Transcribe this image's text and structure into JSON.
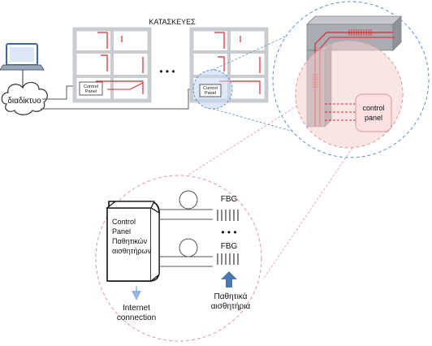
{
  "labels": {
    "buildings_title": "ΚΑΤΑΣΚΕΥΕΣ",
    "internet_cloud": "διαδίκτυο",
    "control_panel_small_1_line1": "Control",
    "control_panel_small_1_line2": "Panel",
    "control_panel_small_2_line1": "Control",
    "control_panel_small_2_line2": "Panel",
    "ellipsis_buildings": "• • •",
    "zoom_control_panel_line1": "control",
    "zoom_control_panel_line2": "panel",
    "cp_line1": "Control",
    "cp_line2": "Panel",
    "cp_line3": "Παθητικών",
    "cp_line4": "αισθητήρων",
    "fbg_top": "FBG",
    "fbg_bottom": "FBG",
    "fbg_ellipsis": "• • •",
    "internet_connection_line1": "Internet",
    "internet_connection_line2": "connection",
    "passive_sensors_line1": "Παθητικά",
    "passive_sensors_line2": "αισθητήρια"
  },
  "colors": {
    "fiber_red": "#e0262b",
    "zoom_blue": "#5b8fd6",
    "zoom_pink": "#e39797",
    "beam_gray": "#a9adb3",
    "arrow_blue": "#4a78b4"
  }
}
